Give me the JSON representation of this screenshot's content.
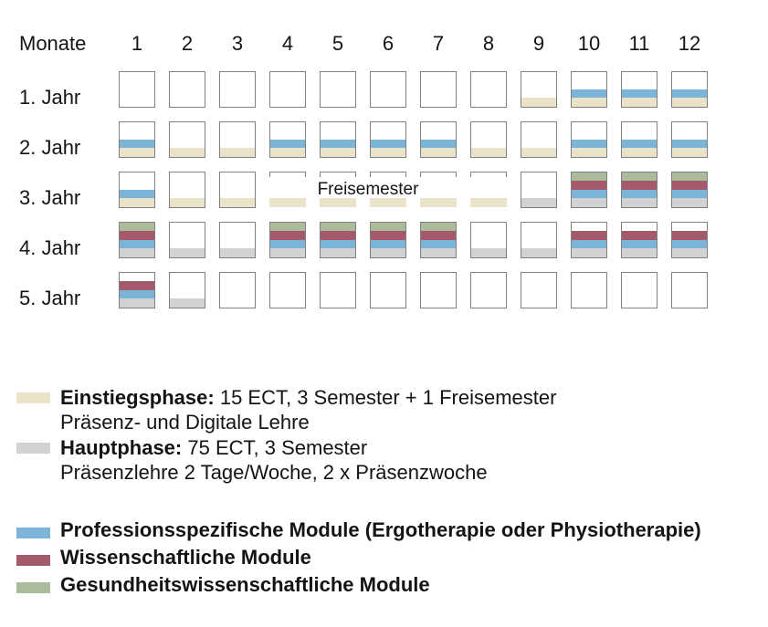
{
  "colors": {
    "beige": "#ebe3c9",
    "gray": "#d2d2d2",
    "blue": "#7cb4d8",
    "red": "#a55a6b",
    "green": "#abbc9d",
    "border": "#7f7f7f",
    "white": "#ffffff"
  },
  "grid": {
    "months_label": "Monate",
    "month_numbers": [
      "1",
      "2",
      "3",
      "4",
      "5",
      "6",
      "7",
      "8",
      "9",
      "10",
      "11",
      "12"
    ],
    "freisemester_label": "Freisemester",
    "patterns": {
      "e": [
        "w",
        "w",
        "w",
        "w"
      ],
      "E": [
        "w",
        "w",
        "w",
        "beige"
      ],
      "H": [
        "w",
        "w",
        "w",
        "gray"
      ],
      "PE": [
        "w",
        "w",
        "blue",
        "beige"
      ],
      "F": [
        "w",
        "w",
        "w",
        "beige"
      ],
      "GWPH": [
        "green",
        "red",
        "blue",
        "gray"
      ],
      "WPH": [
        "w",
        "red",
        "blue",
        "gray"
      ]
    },
    "rows": [
      {
        "label": "1. Jahr",
        "cells": [
          "e",
          "e",
          "e",
          "e",
          "e",
          "e",
          "e",
          "e",
          "E",
          "PE",
          "PE",
          "PE"
        ]
      },
      {
        "label": "2. Jahr",
        "cells": [
          "PE",
          "E",
          "E",
          "PE",
          "PE",
          "PE",
          "PE",
          "E",
          "E",
          "PE",
          "PE",
          "PE"
        ]
      },
      {
        "label": "3. Jahr",
        "cells": [
          "PE",
          "E",
          "E",
          "F",
          "F",
          "F",
          "F",
          "F",
          "H",
          "GWPH",
          "GWPH",
          "GWPH"
        ]
      },
      {
        "label": "4. Jahr",
        "cells": [
          "GWPH",
          "H",
          "H",
          "GWPH",
          "GWPH",
          "GWPH",
          "GWPH",
          "H",
          "H",
          "WPH",
          "WPH",
          "WPH"
        ]
      },
      {
        "label": "5. Jahr",
        "cells": [
          "WPH",
          "H",
          "e",
          "e",
          "e",
          "e",
          "e",
          "e",
          "e",
          "e",
          "e",
          "e"
        ]
      }
    ]
  },
  "legend_phases": [
    {
      "swatch": "beige",
      "term": "Einstiegsphase:",
      "detail": " 15 ECT, 3 Semester + 1 Freisemester",
      "line2": "Präsenz- und Digitale Lehre"
    },
    {
      "swatch": "gray",
      "term": "Hauptphase:",
      "detail": " 75 ECT, 3 Semester",
      "line2": "Präsenzlehre 2 Tage/Woche, 2 x Präsenzwoche"
    }
  ],
  "legend_modules": [
    {
      "swatch": "blue",
      "label": "Professionsspezifische Module (Ergotherapie oder Physiotherapie)"
    },
    {
      "swatch": "red",
      "label": "Wissenschaftliche Module"
    },
    {
      "swatch": "green",
      "label": "Gesundheitswissenschaftliche Module"
    }
  ]
}
